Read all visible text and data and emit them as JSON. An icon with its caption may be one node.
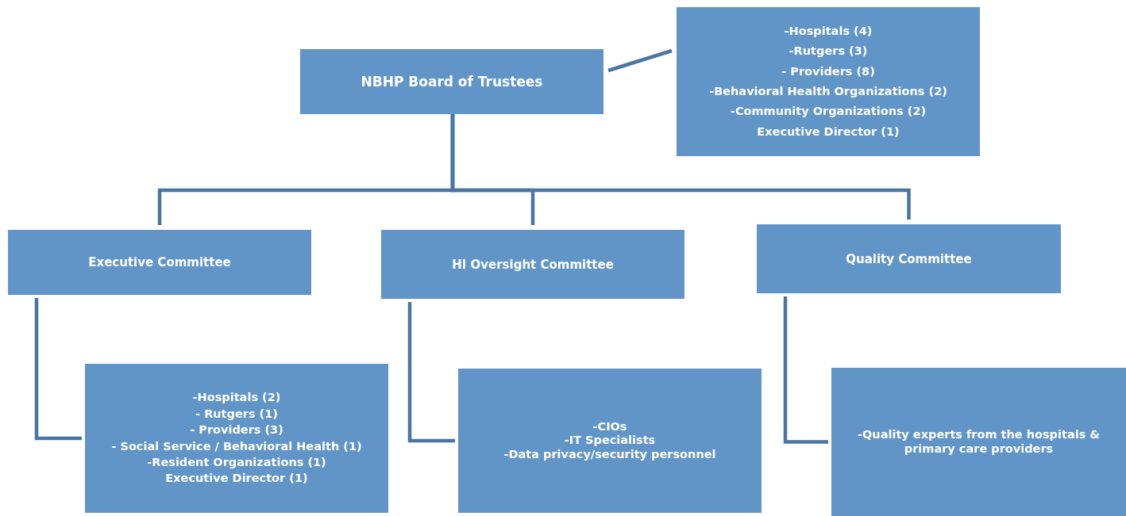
{
  "diagram": {
    "nodes": [
      {
        "text": [
          "NBHP Board of Trustees"
        ]
      },
      {
        "text": [
          "-Hospitals (4)",
          "-Rutgers (3)",
          "- Providers (8)",
          "-Behavioral Health Organizations (2)",
          "-Community Organizations (2)",
          "Executive Director (1)"
        ]
      },
      {
        "text": [
          "Executive Committee"
        ]
      },
      {
        "text": [
          "HI Oversight Committee"
        ]
      },
      {
        "text": [
          "Quality Committee"
        ]
      },
      {
        "text": [
          "-Hospitals (2)",
          "- Rutgers (1)",
          "- Providers (3)",
          "- Social Service / Behavioral Health (1)",
          "-Resident Organizations (1)",
          "Executive Director (1)"
        ]
      },
      {
        "text": [
          "-CIOs",
          "-IT Specialists",
          "-Data privacy/security personnel"
        ]
      },
      {
        "text": [
          "-Quality experts from the hospitals & primary care providers"
        ]
      }
    ],
    "edges": [
      {
        "from": 0,
        "to": 1,
        "arrow": "none"
      },
      {
        "from": 0,
        "to": 2,
        "arrow": "none"
      },
      {
        "from": 0,
        "to": 3,
        "arrow": "none"
      },
      {
        "from": 0,
        "to": 4,
        "arrow": "none"
      },
      {
        "from": 2,
        "to": 5,
        "arrow": "none"
      },
      {
        "from": 3,
        "to": 6,
        "arrow": "none"
      },
      {
        "from": 4,
        "to": 7,
        "arrow": "none"
      }
    ]
  }
}
